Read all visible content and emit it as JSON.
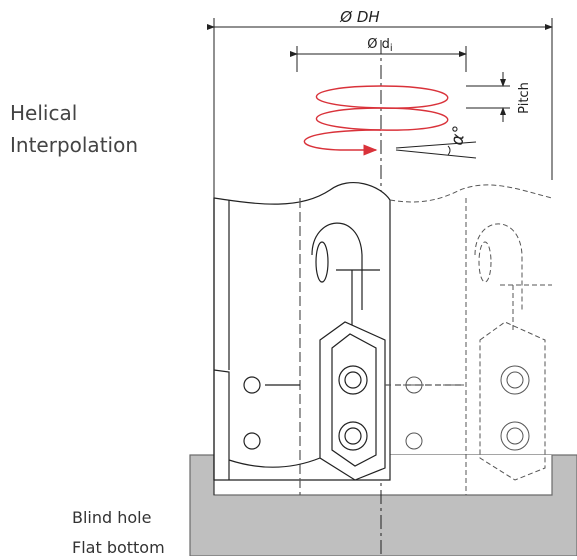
{
  "labels": {
    "helical_line1": "Helical",
    "helical_line2": "Interpolation",
    "dh": "Ø DH",
    "di": "Ø d",
    "di_sub": "i",
    "pitch": "Pitch",
    "alpha": "α°",
    "blind_hole": "Blind hole",
    "flat_bottom": "Flat bottom"
  },
  "colors": {
    "helix": "#d9323a",
    "line": "#222222",
    "dash": "#555555",
    "workpiece_fill": "#bfbfbf",
    "workpiece_stroke": "#6a6a6a",
    "text": "#444444"
  }
}
